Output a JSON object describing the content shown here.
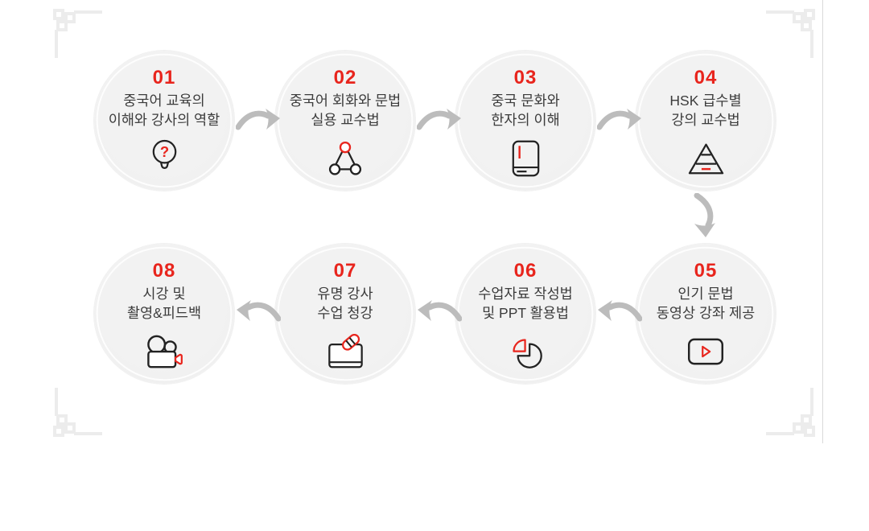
{
  "page": {
    "background": "#ffffff",
    "accent_red": "#e8251d",
    "text_color": "#3c3c3c",
    "circle_fill": "#f1f1f1",
    "arrow_color": "#bcbcbc",
    "frame_color": "#ececec"
  },
  "steps": [
    {
      "number": "01",
      "line1": "중국어 교육의",
      "line2": "이해와 강사의 역할",
      "icon": "lightbulb-question-icon"
    },
    {
      "number": "02",
      "line1": "중국어 회화와 문법",
      "line2": "실용 교수법",
      "icon": "network-nodes-icon"
    },
    {
      "number": "03",
      "line1": "중국 문화와",
      "line2": "한자의 이해",
      "icon": "book-icon"
    },
    {
      "number": "04",
      "line1": "HSK 급수별",
      "line2": "강의 교수법",
      "icon": "pyramid-levels-icon"
    },
    {
      "number": "05",
      "line1": "인기 문법",
      "line2": "동영상 강좌 제공",
      "icon": "video-play-icon"
    },
    {
      "number": "06",
      "line1": "수업자료 작성법",
      "line2": "및 PPT 활용법",
      "icon": "pie-chart-icon"
    },
    {
      "number": "07",
      "line1": "유명 강사",
      "line2": "수업 청강",
      "icon": "board-eraser-icon"
    },
    {
      "number": "08",
      "line1": "시강 및",
      "line2": "촬영&피드백",
      "icon": "video-camera-icon"
    }
  ],
  "arrows": [
    {
      "icon": "arrow-right-icon"
    },
    {
      "icon": "arrow-right-icon"
    },
    {
      "icon": "arrow-right-icon"
    },
    {
      "icon": "arrow-down-icon"
    },
    {
      "icon": "arrow-left-icon"
    },
    {
      "icon": "arrow-left-icon"
    },
    {
      "icon": "arrow-left-icon"
    }
  ],
  "decor": {
    "corner_icon": "frame-corner-icon"
  }
}
